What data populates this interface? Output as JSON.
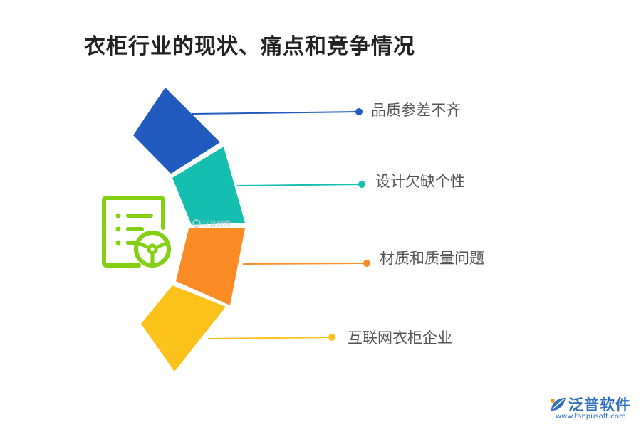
{
  "title": "衣柜行业的现状、痛点和竞争情况",
  "items": [
    {
      "label": "品质参差不齐",
      "color": "#215bbf"
    },
    {
      "label": "设计欠缺个性",
      "color": "#14bfb0"
    },
    {
      "label": "材质和质量问题",
      "color": "#fb8b24"
    },
    {
      "label": "互联网衣柜企业",
      "color": "#fdc21a"
    }
  ],
  "icon": {
    "name": "checklist-steering-wheel-icon",
    "color": "#82d011"
  },
  "watermark": "泛普软件",
  "logo": {
    "name": "泛普软件",
    "url": "www.fanpusoft.com",
    "color": "#2f6fbf"
  }
}
